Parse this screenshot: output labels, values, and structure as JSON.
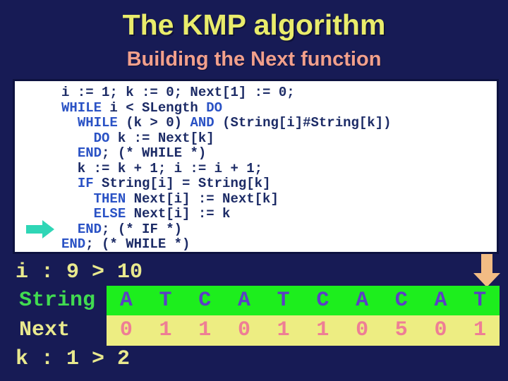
{
  "slide": {
    "title": "The KMP algorithm",
    "subtitle": "Building the Next function"
  },
  "code": {
    "lines": [
      [
        {
          "t": "i := 1; k := 0; Next[1] := 0;"
        }
      ],
      [
        {
          "t": "WHILE",
          "kw": true
        },
        {
          "t": " i < SLength "
        },
        {
          "t": "DO",
          "kw": true
        }
      ],
      [
        {
          "t": "  "
        },
        {
          "t": "WHILE",
          "kw": true
        },
        {
          "t": " (k > 0) "
        },
        {
          "t": "AND",
          "kw": true
        },
        {
          "t": " (String[i]#String[k])"
        }
      ],
      [
        {
          "t": "    "
        },
        {
          "t": "DO",
          "kw": true
        },
        {
          "t": " k := Next[k]"
        }
      ],
      [
        {
          "t": "  "
        },
        {
          "t": "END",
          "kw": true
        },
        {
          "t": "; (* WHILE *)"
        }
      ],
      [
        {
          "t": "  k := k + 1; i := i + 1;"
        }
      ],
      [
        {
          "t": "  "
        },
        {
          "t": "IF",
          "kw": true
        },
        {
          "t": " String[i] = String[k]"
        }
      ],
      [
        {
          "t": "    "
        },
        {
          "t": "THEN",
          "kw": true
        },
        {
          "t": " Next[i] := Next[k]"
        }
      ],
      [
        {
          "t": "    "
        },
        {
          "t": "ELSE",
          "kw": true
        },
        {
          "t": " Next[i] := k"
        }
      ],
      [
        {
          "t": "  "
        },
        {
          "t": "END",
          "kw": true
        },
        {
          "t": "; (* IF *)"
        }
      ],
      [
        {
          "t": "END",
          "kw": true
        },
        {
          "t": "; (* WHILE *)"
        }
      ]
    ]
  },
  "state": {
    "i_label": "i : 9 > 10",
    "k_label": "k : 1 > 2"
  },
  "table": {
    "string_label": "String",
    "next_label": "Next",
    "letters": [
      "A",
      "T",
      "C",
      "A",
      "T",
      "C",
      "A",
      "C",
      "A",
      "T"
    ],
    "next_values": [
      "0",
      "1",
      "1",
      "0",
      "1",
      "1",
      "0",
      "5",
      "0",
      "1"
    ]
  },
  "icons": {
    "code_pointer": "right-arrow-icon",
    "column_pointer": "down-arrow-icon"
  },
  "colors": {
    "bg": "#171b55",
    "title": "#e9ec6b",
    "subtitle": "#f2a08c",
    "panel_bg": "#ffffff",
    "panel_border": "#0d1240",
    "code_text": "#1c2b66",
    "code_keyword": "#2a52c5",
    "cyan_arrow": "#2fd6b6",
    "orange_arrow": "#f2bc84",
    "green_row": "#1dee1d",
    "letter": "#5b3fc4",
    "yellow_row": "#eded82",
    "number": "#ee7e95",
    "label_yellow": "#e9e98e",
    "label_green": "#41dc50"
  }
}
